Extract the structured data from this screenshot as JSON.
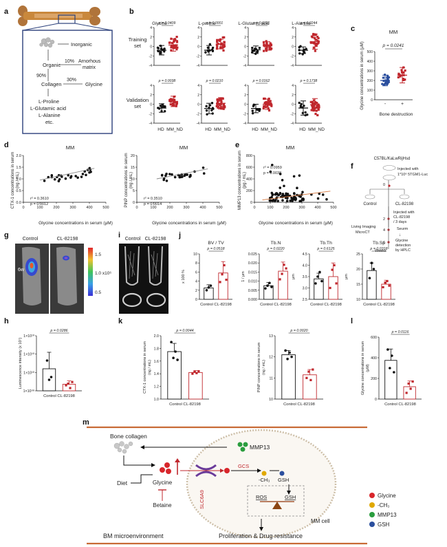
{
  "panel_labels": [
    "a",
    "b",
    "c",
    "d",
    "e",
    "f",
    "g",
    "h",
    "i",
    "j",
    "k",
    "l",
    "m"
  ],
  "a": {
    "inorganic": "Inorganic",
    "organic": "Organic",
    "ninety": "90%",
    "collagen": "Collagen",
    "ten": "10%",
    "amorphous1": "Arnorhous",
    "amorphous2": "matrix",
    "thirty": "30%",
    "glycine": "Glycine",
    "aa1": "L-Proline",
    "aa2": "L-Glutamic acid",
    "aa3": "L-Alanine",
    "aa4": "etc."
  },
  "b": {
    "row_labels": [
      [
        "Training",
        "set"
      ],
      [
        "Validation",
        "set"
      ]
    ],
    "titles": [
      "Glycine",
      "L-proline",
      "L-Glutamic acid",
      "L-Alanine"
    ],
    "p_training": [
      "p = 0.0409",
      "p = 0.0001",
      "p = 0.0311",
      "p = 0.0244"
    ],
    "p_validation": [
      "p = 0.0038",
      "p = 0.0210",
      "p = 0.0162",
      "p = 0.1738"
    ],
    "yticks": [
      "4",
      "2",
      "0",
      "-2",
      "-4"
    ],
    "xlabels": [
      "HD",
      "MM_ND"
    ]
  },
  "c": {
    "title": "MM",
    "p": "p = 0.0241",
    "ylabel": "Glycine concentrations in serum (μM)",
    "yticks": [
      "500",
      "400",
      "300",
      "200",
      "100",
      "0"
    ],
    "xlabel": "Bone destruction",
    "xticks": [
      "-",
      "+"
    ]
  },
  "d": {
    "title": "MM",
    "left": {
      "ylabel1": "CTX-1 concentrations in serum",
      "ylabel2": "(ng / mL)",
      "yticks": [
        "2.0",
        "1.5",
        "1.0",
        "0.5",
        "0.0"
      ],
      "r2": "r² = 0.3610",
      "p": "p = 0.0012"
    },
    "right": {
      "ylabel1": "PINP concentrations in serum",
      "ylabel2": "(ng / mL)",
      "yticks": [
        "20",
        "15",
        "10",
        "5",
        "0"
      ],
      "r2": "r² = 0.3510",
      "p": "p = 0.0014"
    },
    "xlabel": "Glycine concentrations in serum (μM)",
    "xticks": [
      "0",
      "100",
      "200",
      "300",
      "400",
      "500"
    ]
  },
  "e": {
    "title": "MM",
    "ylabel1": "MMP13 concentrations in serum",
    "ylabel2": "(pg / mL)",
    "yticks": [
      "800",
      "600",
      "400",
      "200",
      "0"
    ],
    "r2": "r² = 0.0959",
    "p": "p = 0.0038",
    "xlabel": "Glycine concentrations in serum (μM)",
    "xticks": [
      "0",
      "100",
      "200",
      "300",
      "400",
      "500"
    ]
  },
  "f": {
    "strain": "C57BL/KaLwRijHsd",
    "inj1a": "Injected with",
    "inj1b": "1*10⁶ 5TGM1-Luc",
    "zero": "0",
    "control": "Control",
    "drug": "CL-82198",
    "inj2a": "Injected with",
    "inj2b": "CL-82198",
    "inj2c": "/ 3 days",
    "serum": "Seurm",
    "arrow": "↓",
    "det1": "Glycine",
    "det2": "detection",
    "det3": "by HPLC",
    "ticks": [
      "2",
      "4",
      "6"
    ],
    "imaging1": "Living Imaging",
    "imaging2": "MicroCT",
    "weeks": "Weeks"
  },
  "g": {
    "control": "Control",
    "drug": "CL-82198",
    "week": "6w",
    "colorbar": [
      "1.5",
      "1.0 x10⁶",
      "0.5"
    ]
  },
  "h": {
    "ylabel": "Luminescence intensity (x 10⁷)",
    "p": "p = 0.0286",
    "yticks": [
      "1×10¹⁰",
      "1×10¹⁰",
      "1×10¹⁰",
      "1×10⁹⁸"
    ],
    "xlabel": "Control CL-82198"
  },
  "i": {
    "control": "Control",
    "drug": "CL-82198"
  },
  "j": {
    "titles": [
      "BV / TV",
      "Tb.N",
      "Tb.Th",
      "Tb.Sp"
    ],
    "ps": [
      "p = 0.0518",
      "p = 0.0220",
      "p = 0.6125",
      "p = 0.0318"
    ],
    "ylabels": [
      "x 100 %",
      "1 / μm",
      "μm",
      "μm"
    ],
    "yticks": [
      [
        "10",
        "8",
        "6",
        "4",
        "2",
        "0"
      ],
      [
        "0.025",
        "0.020",
        "0.015",
        "0.010",
        "0.005",
        "0.000"
      ],
      [
        "4.5",
        "4.0",
        "3.5",
        "3.0",
        "2.5"
      ],
      [
        "25",
        "20",
        "15",
        "10"
      ]
    ],
    "xlabel": "Control CL-82198"
  },
  "k": {
    "left": {
      "ylabel1": "CTX-1 concentrations in serum",
      "ylabel2": "(ng / mL)",
      "p": "p = 0.0044",
      "yticks": [
        "2.0",
        "1.8",
        "1.6",
        "1.4",
        "1.2",
        "1.0"
      ]
    },
    "right": {
      "ylabel1": "PINP concentrations in serum",
      "ylabel2": "(ng / mL)",
      "p": "p = 0.0020",
      "yticks": [
        "13",
        "12",
        "11",
        "10"
      ]
    },
    "xlabel": "Control CL-82198"
  },
  "l": {
    "ylabel1": "Glycine concentrations in serum",
    "ylabel2": "(μM)",
    "p": "p = 0.0116",
    "yticks": [
      "600",
      "400",
      "200",
      "0"
    ],
    "xlabel": "Control CL-82198"
  },
  "m": {
    "bone_collagen": "Bone collagen",
    "mmp13": "MMP13",
    "diet": "Diet",
    "glycine": "Glycine",
    "betaine": "Betaine",
    "slc": "SLC6A9",
    "gcs": "GCS",
    "ch3": "-CH₃",
    "gsh": "GSH",
    "ros": "ROS",
    "gsh2": "GSH",
    "mm_cell": "MM cell",
    "bm": "BM microenvironment",
    "prolif": "Proliferation & Drug resistance",
    "legend": [
      "Glycine",
      "-CH₃",
      "MMP13",
      "GSH"
    ],
    "legend_colors": [
      "#d8262b",
      "#e0a800",
      "#2a9d3e",
      "#2b4f9e"
    ]
  },
  "colors": {
    "red": "#c0272d",
    "black": "#111111",
    "orange_line": "#d4743a",
    "box_blue": "#2a3f7a",
    "bone": "#c9883c"
  }
}
